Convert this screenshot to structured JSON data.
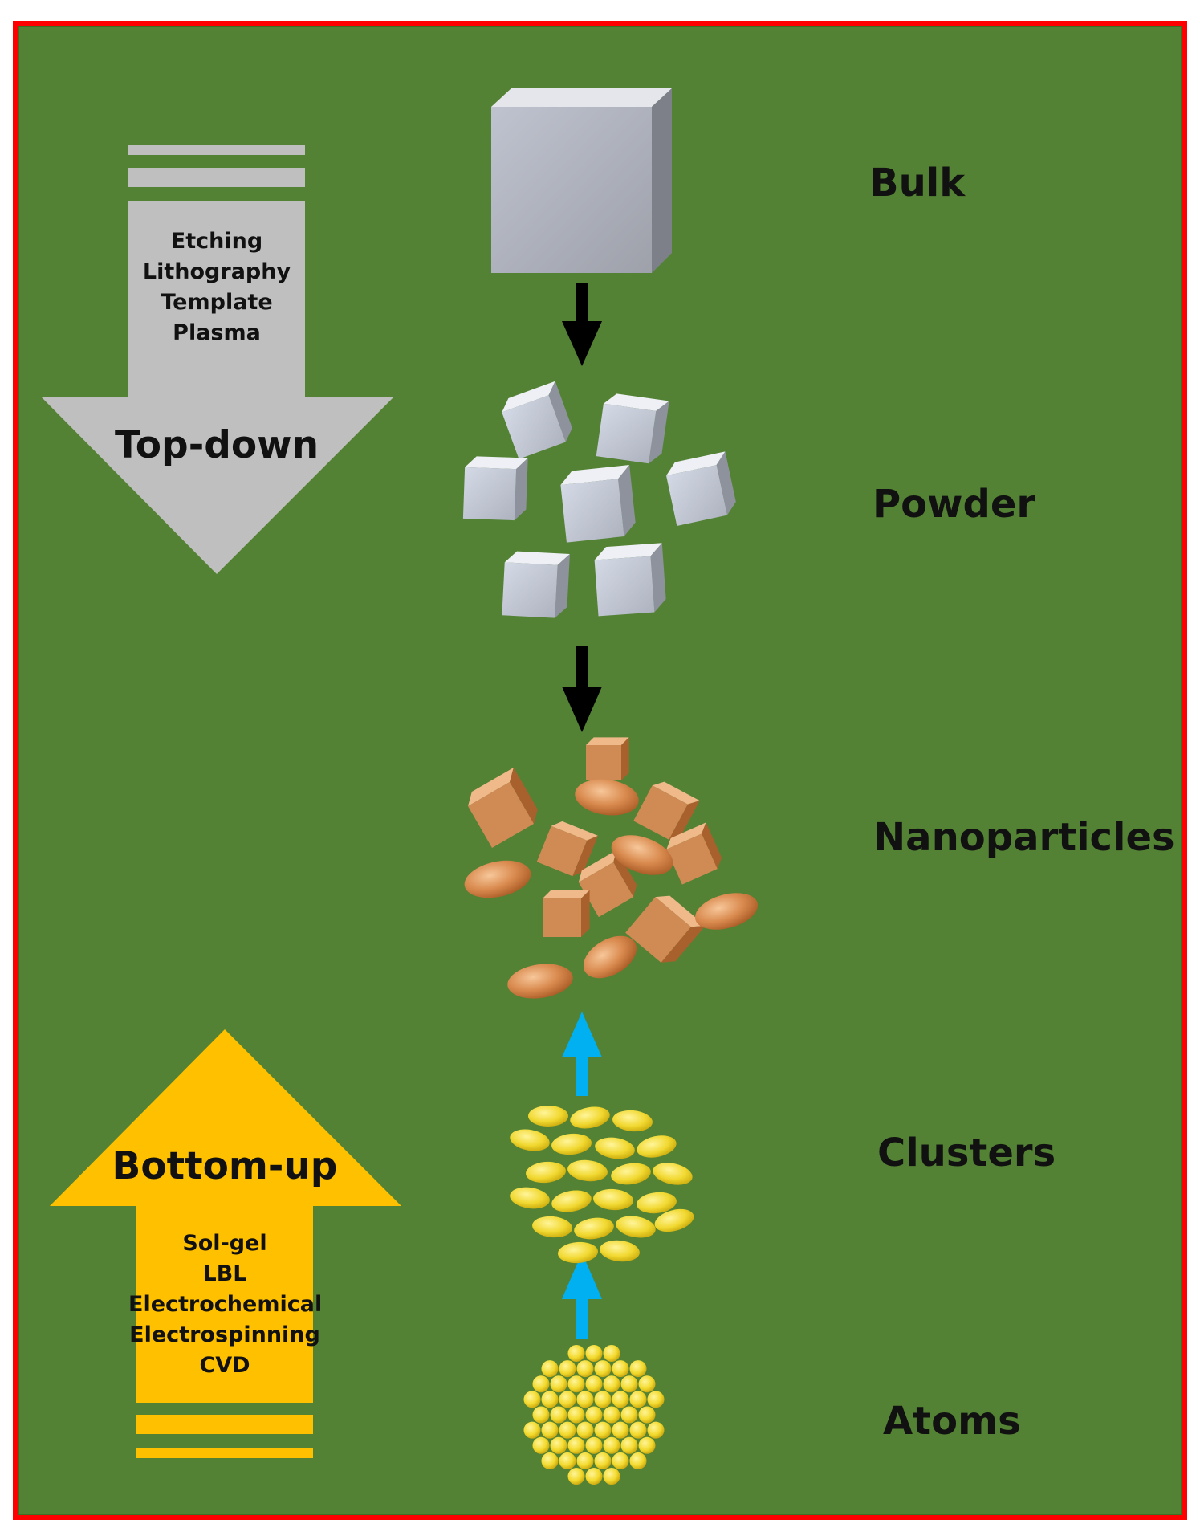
{
  "colors": {
    "background": "#548235",
    "frame": "#ff0000",
    "top_down_arrow": "#bfbfbf",
    "bottom_up_arrow": "#ffc000",
    "process_arrow_down": "#000000",
    "process_arrow_up": "#00b0f0"
  },
  "top_down": {
    "title": "Top-down",
    "methods": [
      "Etching",
      "Lithography",
      "Template",
      "Plasma"
    ]
  },
  "bottom_up": {
    "title": "Bottom-up",
    "methods": [
      "Sol-gel",
      "LBL",
      "Electrochemical",
      "Electrospinning",
      "CVD"
    ]
  },
  "stages": [
    "Bulk",
    "Powder",
    "Nanoparticles",
    "Clusters",
    "Atoms"
  ]
}
